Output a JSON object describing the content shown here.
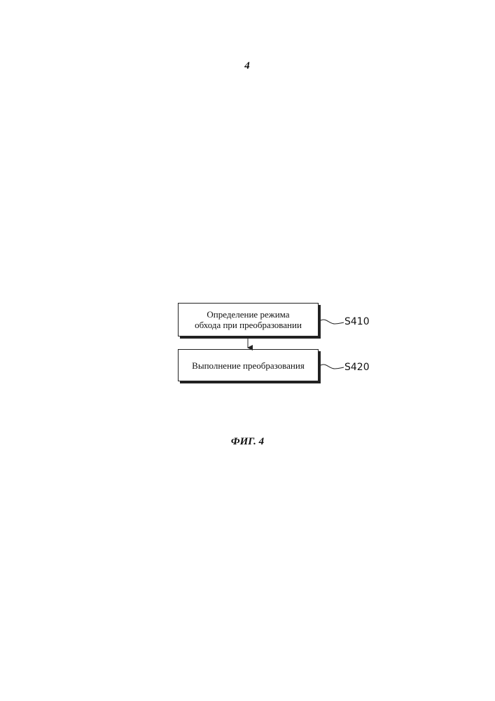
{
  "page_number": "4",
  "flowchart": {
    "steps": [
      {
        "text": "Определение режима\nобхода при преобразовании",
        "label": "S410"
      },
      {
        "text": "Выполнение преобразования",
        "label": "S420"
      }
    ]
  },
  "caption": "ФИГ. 4"
}
